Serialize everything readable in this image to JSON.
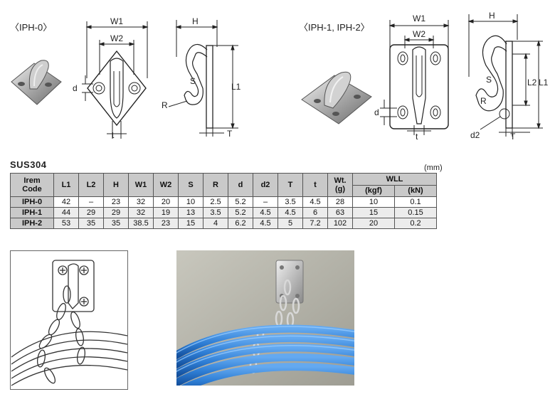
{
  "labels": {
    "iph0": "〈IPH-0〉",
    "iph12": "〈IPH-1, IPH-2〉",
    "material": "SUS304",
    "unit": "(mm)"
  },
  "dims": {
    "W1": "W1",
    "W2": "W2",
    "H": "H",
    "L1": "L1",
    "L2": "L2",
    "d": "d",
    "d2": "d2",
    "t": "t",
    "T": "T",
    "S": "S",
    "R": "R"
  },
  "table": {
    "header": {
      "code_top": "Irem",
      "code_bottom": "Code",
      "cols": [
        "L1",
        "L2",
        "H",
        "W1",
        "W2",
        "S",
        "R",
        "d",
        "d2",
        "T",
        "t"
      ],
      "wt_top": "Wt.",
      "wt_bottom": "(g)",
      "wll": "WLL",
      "wll_kgf": "(kgf)",
      "wll_kn": "(kN)"
    },
    "rows": [
      {
        "code": "IPH-0",
        "values": [
          "42",
          "–",
          "23",
          "32",
          "20",
          "10",
          "2.5",
          "5.2",
          "–",
          "3.5",
          "4.5"
        ],
        "wt": "28",
        "kgf": "10",
        "kn": "0.1"
      },
      {
        "code": "IPH-1",
        "values": [
          "44",
          "29",
          "29",
          "32",
          "19",
          "13",
          "3.5",
          "5.2",
          "4.5",
          "4.5",
          "6"
        ],
        "wt": "63",
        "kgf": "15",
        "kn": "0.15"
      },
      {
        "code": "IPH-2",
        "values": [
          "53",
          "35",
          "35",
          "38.5",
          "23",
          "15",
          "4",
          "6.2",
          "4.5",
          "5",
          "7.2"
        ],
        "wt": "102",
        "kgf": "20",
        "kn": "0.2"
      }
    ]
  },
  "colors": {
    "header_bg": "#c9c9c9",
    "hose_blue": "#2f7fd6",
    "wall": "#b9b8ae"
  }
}
